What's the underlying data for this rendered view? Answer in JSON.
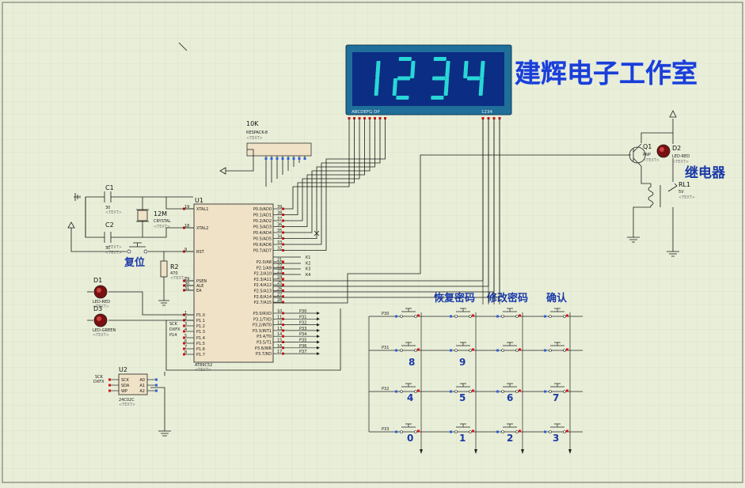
{
  "display": {
    "digits": "1234",
    "segment_pins": "ABCDEFG DP",
    "digit_pins": "1234",
    "digit_color": "#29d6d6",
    "bg_color": "#0b2d83",
    "frame_color": "#1f6f9a"
  },
  "studio_title": "建辉电子工作室",
  "relay_label": "继电器",
  "key_labels": {
    "restore": "恢复密码",
    "modify": "修改密码",
    "confirm": "确认"
  },
  "keypad_digits": [
    "8",
    "9",
    "4",
    "5",
    "6",
    "7",
    "0",
    "1",
    "2",
    "3"
  ],
  "text_placeholder": "<TEXT>",
  "mcu": {
    "ref": "U1",
    "part": "AT89C52",
    "left_pins": [
      {
        "num": "19",
        "name": "XTAL1"
      },
      {
        "num": "18",
        "name": "XTAL2"
      },
      {
        "num": "9",
        "name": "RST"
      },
      {
        "num": "29",
        "name": "PSEN"
      },
      {
        "num": "30",
        "name": "ALE"
      },
      {
        "num": "31",
        "name": "EA"
      },
      {
        "num": "1",
        "name": "P1.0"
      },
      {
        "num": "2",
        "name": "P1.1"
      },
      {
        "num": "3",
        "name": "P1.2"
      },
      {
        "num": "4",
        "name": "P1.3"
      },
      {
        "num": "5",
        "name": "P1.4"
      },
      {
        "num": "6",
        "name": "P1.5"
      },
      {
        "num": "7",
        "name": "P1.6"
      },
      {
        "num": "8",
        "name": "P1.7"
      }
    ],
    "right_p0": [
      {
        "num": "39",
        "name": "P0.0/AD0"
      },
      {
        "num": "38",
        "name": "P0.1/AD1"
      },
      {
        "num": "37",
        "name": "P0.2/AD2"
      },
      {
        "num": "36",
        "name": "P0.3/AD3"
      },
      {
        "num": "35",
        "name": "P0.4/AD4"
      },
      {
        "num": "34",
        "name": "P0.5/AD5"
      },
      {
        "num": "33",
        "name": "P0.6/AD6"
      },
      {
        "num": "32",
        "name": "P0.7/AD7"
      }
    ],
    "right_p2": [
      {
        "num": "21",
        "name": "P2.0/A8"
      },
      {
        "num": "22",
        "name": "P2.1/A9"
      },
      {
        "num": "23",
        "name": "P2.2/A10"
      },
      {
        "num": "24",
        "name": "P2.3/A11"
      },
      {
        "num": "25",
        "name": "P2.4/A12"
      },
      {
        "num": "26",
        "name": "P2.5/A13"
      },
      {
        "num": "27",
        "name": "P2.6/A14"
      },
      {
        "num": "28",
        "name": "P2.7/A15"
      }
    ],
    "right_p3": [
      {
        "num": "10",
        "name": "P3.0/RXD"
      },
      {
        "num": "11",
        "name": "P3.1/TXD"
      },
      {
        "num": "12",
        "name": "P3.2/INT0"
      },
      {
        "num": "13",
        "name": "P3.3/INT1"
      },
      {
        "num": "14",
        "name": "P3.4/T0"
      },
      {
        "num": "15",
        "name": "P3.5/T1"
      },
      {
        "num": "16",
        "name": "P3.6/WR"
      },
      {
        "num": "17",
        "name": "P3.7/RD"
      }
    ],
    "p2_net_labels": [
      "K1",
      "K2",
      "K3",
      "K4"
    ],
    "p3_net_labels": [
      "P30",
      "P31",
      "P32",
      "P33",
      "P34",
      "P35",
      "P36",
      "P37"
    ],
    "p1_net_labels": [
      "SCK",
      "DXFX",
      "P14"
    ]
  },
  "components": {
    "c1": {
      "ref": "C1",
      "value": "30"
    },
    "c2": {
      "ref": "C2",
      "value": "30"
    },
    "crystal": {
      "value": "12M",
      "part": "CRYSTAL"
    },
    "resistor_pack": {
      "value": "10K",
      "part": "RESPACK-8"
    },
    "r2": {
      "ref": "R2",
      "value": "470"
    },
    "reset_label": "复位",
    "d1": {
      "ref": "D1",
      "part": "LED-RED"
    },
    "d3": {
      "ref": "D3",
      "part": "LED-GREEN"
    },
    "d2": {
      "ref": "D2",
      "part": "LED-RED"
    },
    "q1": {
      "ref": "Q1",
      "part": "PNP"
    },
    "rl1": {
      "ref": "RL1",
      "value": "5V"
    },
    "u2": {
      "ref": "U2",
      "part": "24C02C",
      "pins": [
        "SCK",
        "SDA",
        "WP",
        "A0",
        "A1",
        "A2"
      ],
      "nets": [
        "SCK",
        "DXFX"
      ]
    }
  },
  "keypad_row_labels": [
    "P30",
    "P31",
    "P32",
    "P33"
  ]
}
